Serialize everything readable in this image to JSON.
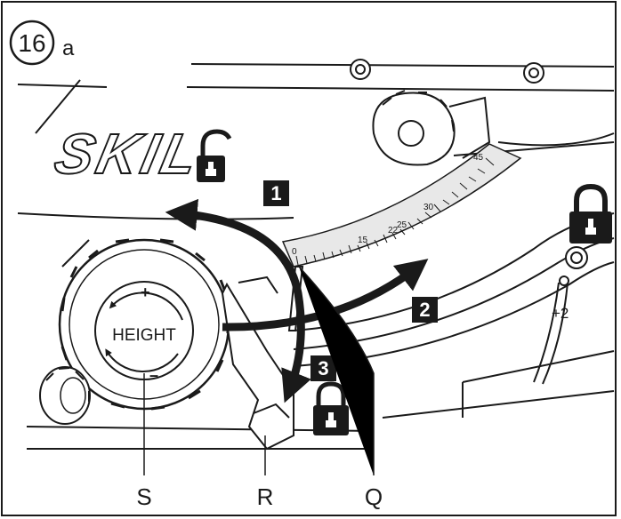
{
  "figure": {
    "number": "16",
    "sub_label": "a"
  },
  "brand": {
    "logo_text": "SKIL"
  },
  "dial": {
    "label": "HEIGHT",
    "plus": "+",
    "minus": "–"
  },
  "scale": {
    "ticks": [
      "0",
      "15",
      "22",
      "25",
      "30",
      "45"
    ],
    "plus_two": "+2"
  },
  "steps": [
    "1",
    "2",
    "3"
  ],
  "callouts": {
    "s": "S",
    "r": "R",
    "q": "Q"
  },
  "icons": {
    "lock": "padlock-icon",
    "unlock": "open-padlock-icon"
  },
  "colors": {
    "ink": "#1a1a1a",
    "paper": "#ffffff",
    "shade": "#e8e8e8"
  }
}
